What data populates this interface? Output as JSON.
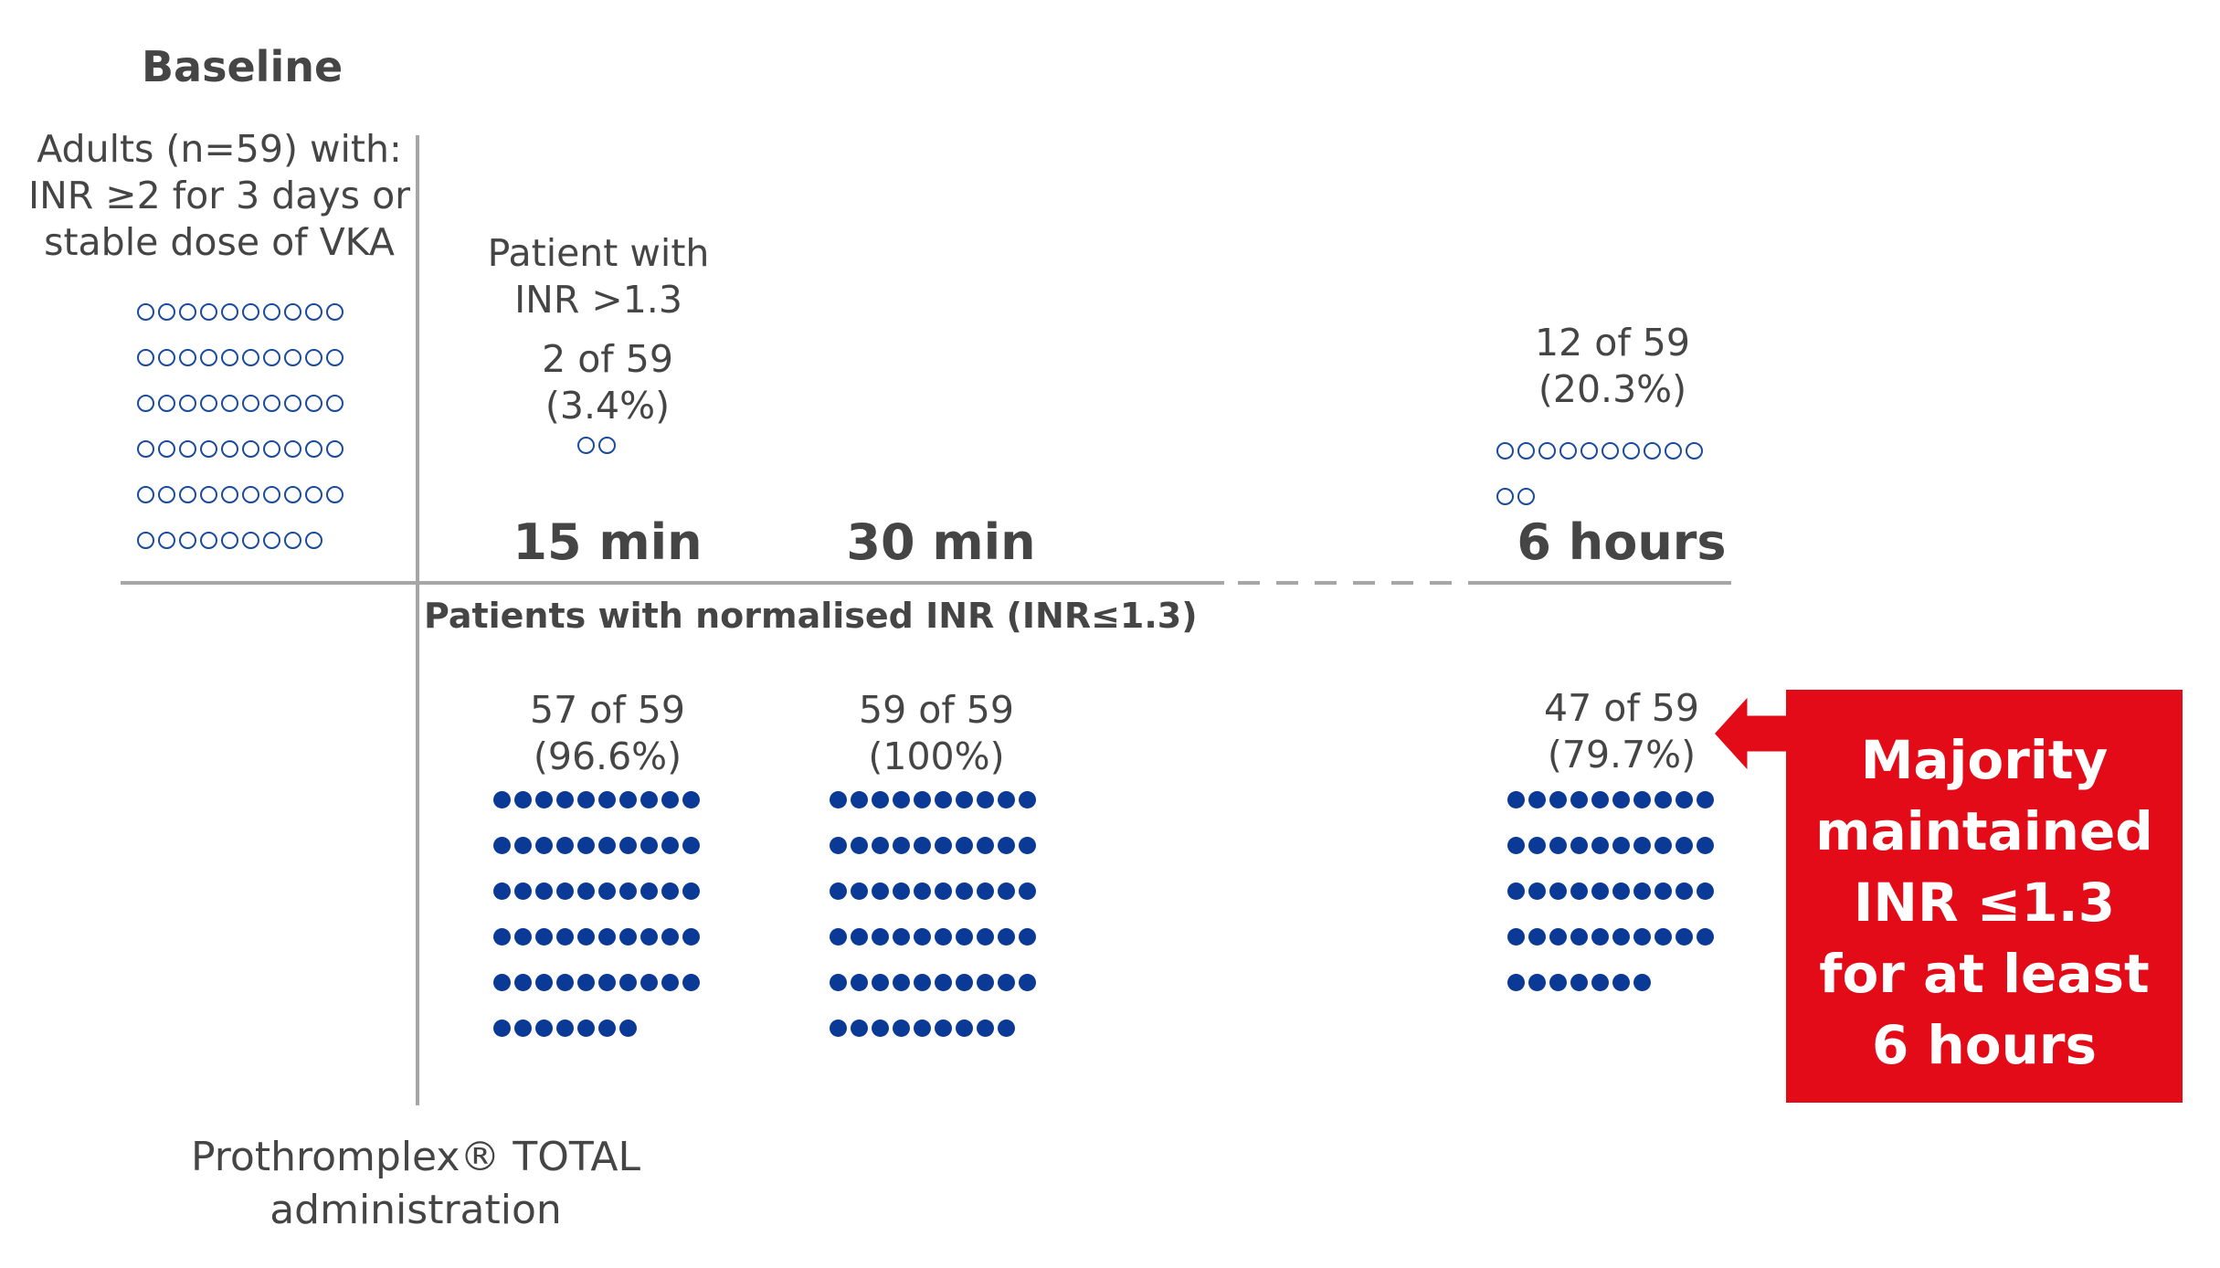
{
  "baseline": {
    "title": "Baseline",
    "description_lines": [
      "Adults (n=59) with:",
      "INR ≥2 for 3 days or",
      "stable dose of VKA"
    ],
    "dot_count": 59
  },
  "upper_section": {
    "label_lines": [
      "Patient with",
      "INR >1.3"
    ],
    "groups": [
      {
        "id": "15min",
        "count_label": "2 of 59",
        "percent_label": "(3.4%)",
        "dot_count": 2
      },
      {
        "id": "6hours",
        "count_label": "12 of 59",
        "percent_label": "(20.3%)",
        "dot_count": 12
      }
    ]
  },
  "timepoints": [
    "15 min",
    "30 min",
    "6 hours"
  ],
  "lower_section": {
    "title": "Patients with normalised INR (INR≤1.3)",
    "groups": [
      {
        "id": "15min",
        "count_label": "57 of 59",
        "percent_label": "(96.6%)",
        "dot_count": 57
      },
      {
        "id": "30min",
        "count_label": "59 of 59",
        "percent_label": "(100%)",
        "dot_count": 59
      },
      {
        "id": "6hours",
        "count_label": "47 of 59",
        "percent_label": "(79.7%)",
        "dot_count": 47
      }
    ]
  },
  "callout": {
    "lines": [
      "Majority",
      "maintained",
      "INR ≤1.3",
      "for at least",
      "6 hours"
    ],
    "color": "#e30b17"
  },
  "footer": {
    "lines": [
      "Prothromplex® TOTAL",
      "administration"
    ]
  },
  "colors": {
    "dot_blue": "#0a3a96",
    "text": "#454545",
    "axis": "#a6a6a6"
  }
}
